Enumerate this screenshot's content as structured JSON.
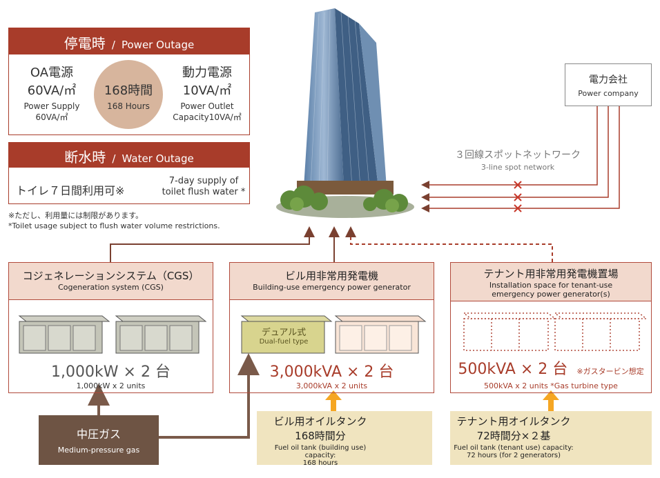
{
  "power_outage": {
    "title_jp": "停電時",
    "title_sep": "/",
    "title_en": "Power Outage",
    "oa": {
      "jp": "OA電源",
      "value": "60VA/㎡",
      "en1": "Power Supply",
      "en2": "60VA/㎡"
    },
    "hours": {
      "jp": "168時間",
      "en": "168 Hours"
    },
    "outlet": {
      "jp": "動力電源",
      "value": "10VA/㎡",
      "en1": "Power Outlet",
      "en2": "Capacity10VA/㎡"
    }
  },
  "water_outage": {
    "title_jp": "断水時",
    "title_sep": "/",
    "title_en": "Water Outage",
    "toilet_jp": "トイレ７日間利用可※",
    "toilet_en1": "7-day supply of",
    "toilet_en2": "toilet flush water *"
  },
  "notes": {
    "jp": "※ただし、利用量には制限があります。",
    "en": "*Toilet usage subject to flush water volume restrictions."
  },
  "power_company": {
    "jp": "電力会社",
    "en": "Power company"
  },
  "spot_network": {
    "jp": "３回線スポットネットワーク",
    "en": "3-line spot network"
  },
  "cgs": {
    "title_jp": "コジェネレーションシステム（CGS）",
    "title_en": "Cogeneration system (CGS)",
    "value": "1,000kW × 2 台",
    "value_en": "1,000kW x 2 units"
  },
  "building_gen": {
    "title_jp": "ビル用非常用発電機",
    "title_en": "Building-use emergency power generator",
    "dual_jp": "デュアル式",
    "dual_en": "Dual-fuel type",
    "value": "3,000kVA × 2 台",
    "value_en": "3,000kVA x 2 units"
  },
  "tenant_gen": {
    "title_jp": "テナント用非常用発電機置場",
    "title_en1": "Installation space for tenant-use",
    "title_en2": "emergency power generator(s)",
    "value": "500kVA × 2 台",
    "note_jp": "※ガスタービン想定",
    "value_en": "500kVA x 2 units *Gas turbine type"
  },
  "gas": {
    "jp": "中圧ガス",
    "en": "Medium-pressure gas"
  },
  "building_tank": {
    "jp1": "ビル用オイルタンク",
    "jp2": "168時間分",
    "en1": "Fuel oil tank (building use) capacity:",
    "en2": "168 hours"
  },
  "tenant_tank": {
    "jp1": "テナント用オイルタンク",
    "jp2": "72時間分×２基",
    "en1": "Fuel oil tank (tenant use) capacity:",
    "en2": "72 hours (for 2 generators)"
  },
  "colors": {
    "accent": "#a83c2a",
    "header_pale": "#f2d9cd",
    "circle": "#d7b59d",
    "tank_bg": "#f0e4bf",
    "gas_box": "#6e5444",
    "orange_arrow": "#f5a623"
  }
}
